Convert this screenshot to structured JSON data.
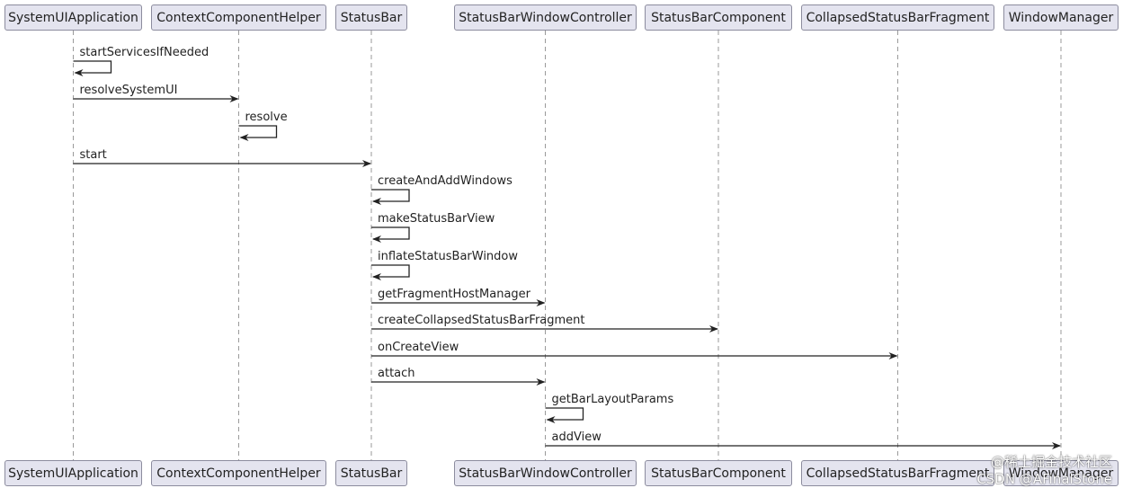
{
  "participants": [
    "SystemUIApplication",
    "ContextComponentHelper",
    "StatusBar",
    "StatusBarWindowController",
    "StatusBarComponent",
    "CollapsedStatusBarFragment",
    "WindowManager"
  ],
  "messages": [
    {
      "from": 0,
      "to": 0,
      "label": "startServicesIfNeeded"
    },
    {
      "from": 0,
      "to": 1,
      "label": "resolveSystemUI"
    },
    {
      "from": 1,
      "to": 1,
      "label": "resolve"
    },
    {
      "from": 0,
      "to": 2,
      "label": "start"
    },
    {
      "from": 2,
      "to": 2,
      "label": "createAndAddWindows"
    },
    {
      "from": 2,
      "to": 2,
      "label": "makeStatusBarView"
    },
    {
      "from": 2,
      "to": 2,
      "label": "inflateStatusBarWindow"
    },
    {
      "from": 2,
      "to": 3,
      "label": "getFragmentHostManager"
    },
    {
      "from": 2,
      "to": 4,
      "label": "createCollapsedStatusBarFragment"
    },
    {
      "from": 2,
      "to": 5,
      "label": "onCreateView"
    },
    {
      "from": 2,
      "to": 3,
      "label": "attach"
    },
    {
      "from": 3,
      "to": 3,
      "label": "getBarLayoutParams"
    },
    {
      "from": 3,
      "to": 6,
      "label": "addView"
    }
  ],
  "watermark": {
    "line1": "@稀土掘金技术社区",
    "line2": "CSDN @AFinalStone"
  },
  "colors": {
    "participant_fill": "#e4e4ef",
    "participant_border": "#8c8c9e",
    "lifeline": "#9a9a9a",
    "arrow": "#222222"
  }
}
